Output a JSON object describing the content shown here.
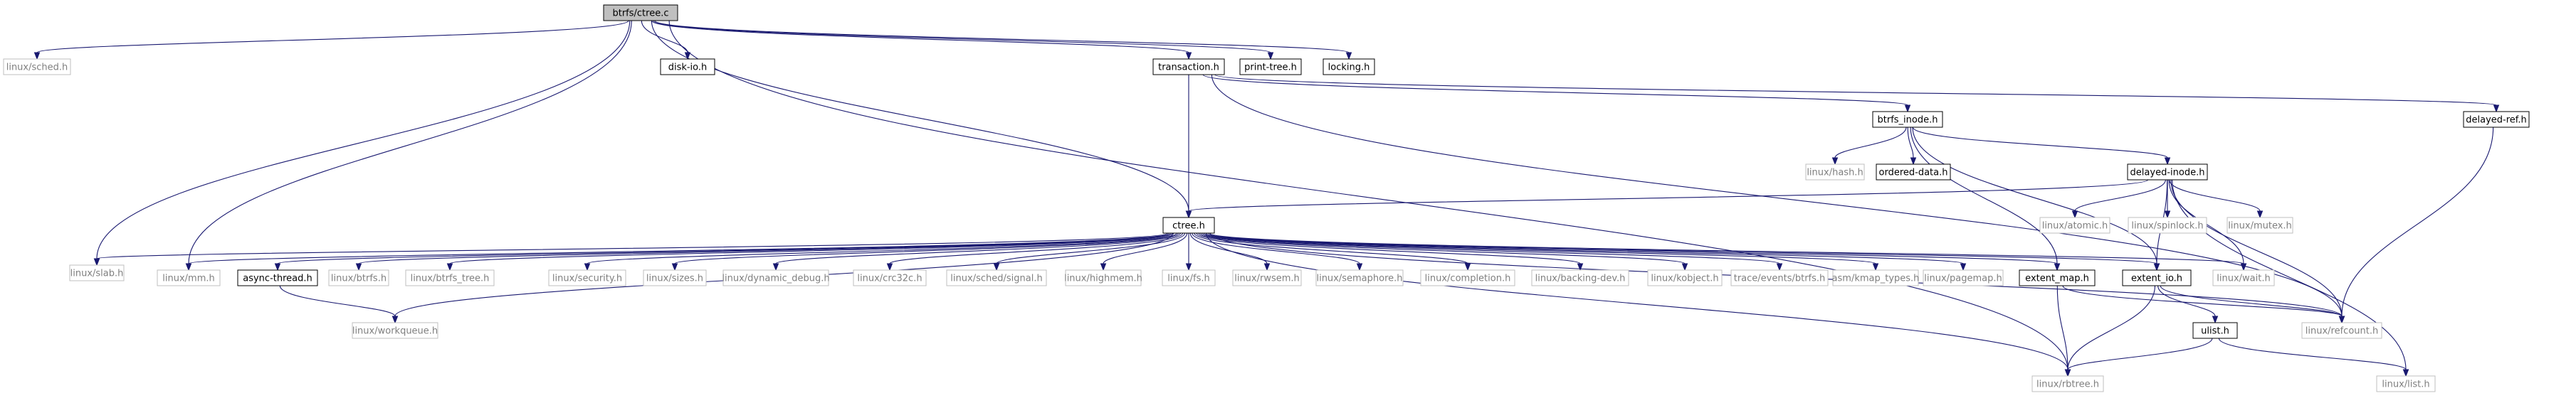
{
  "graph": {
    "title": "btrfs/ctree.c",
    "colors": {
      "edge": "#191970",
      "root_fill": "#bfbfbf",
      "root_stroke": "#000000",
      "linked_stroke": "#000000",
      "external_stroke": "#bfbfbf",
      "external_text": "#7f7f7f",
      "text": "#000000",
      "background": "#ffffff"
    },
    "nodes": [
      {
        "id": "ctree_c",
        "label": "btrfs/ctree.c",
        "kind": "root"
      },
      {
        "id": "sched",
        "label": "linux/sched.h",
        "kind": "external"
      },
      {
        "id": "slab",
        "label": "linux/slab.h",
        "kind": "external"
      },
      {
        "id": "diskio",
        "label": "disk-io.h",
        "kind": "linked"
      },
      {
        "id": "transaction",
        "label": "transaction.h",
        "kind": "linked"
      },
      {
        "id": "printtree",
        "label": "print-tree.h",
        "kind": "linked"
      },
      {
        "id": "locking",
        "label": "locking.h",
        "kind": "linked"
      },
      {
        "id": "delayedref",
        "label": "delayed-ref.h",
        "kind": "linked"
      },
      {
        "id": "btrfsinode",
        "label": "btrfs_inode.h",
        "kind": "linked"
      },
      {
        "id": "hash",
        "label": "linux/hash.h",
        "kind": "external"
      },
      {
        "id": "ordereddata",
        "label": "ordered-data.h",
        "kind": "linked"
      },
      {
        "id": "delayedinode",
        "label": "delayed-inode.h",
        "kind": "linked"
      },
      {
        "id": "atomic",
        "label": "linux/atomic.h",
        "kind": "external"
      },
      {
        "id": "spinlock",
        "label": "linux/spinlock.h",
        "kind": "external"
      },
      {
        "id": "mutex",
        "label": "linux/mutex.h",
        "kind": "external"
      },
      {
        "id": "ctree_h",
        "label": "ctree.h",
        "kind": "linked"
      },
      {
        "id": "mm",
        "label": "linux/mm.h",
        "kind": "external"
      },
      {
        "id": "asyncthread",
        "label": "async-thread.h",
        "kind": "linked"
      },
      {
        "id": "lbtrfs",
        "label": "linux/btrfs.h",
        "kind": "external"
      },
      {
        "id": "btrfstree",
        "label": "linux/btrfs_tree.h",
        "kind": "external"
      },
      {
        "id": "security",
        "label": "linux/security.h",
        "kind": "external"
      },
      {
        "id": "sizes",
        "label": "linux/sizes.h",
        "kind": "external"
      },
      {
        "id": "dyndebug",
        "label": "linux/dynamic_debug.h",
        "kind": "external"
      },
      {
        "id": "crc32c",
        "label": "linux/crc32c.h",
        "kind": "external"
      },
      {
        "id": "schedsignal",
        "label": "linux/sched/signal.h",
        "kind": "external"
      },
      {
        "id": "highmem",
        "label": "linux/highmem.h",
        "kind": "external"
      },
      {
        "id": "fs",
        "label": "linux/fs.h",
        "kind": "external"
      },
      {
        "id": "rwsem",
        "label": "linux/rwsem.h",
        "kind": "external"
      },
      {
        "id": "semaphore",
        "label": "linux/semaphore.h",
        "kind": "external"
      },
      {
        "id": "completion",
        "label": "linux/completion.h",
        "kind": "external"
      },
      {
        "id": "backingdev",
        "label": "linux/backing-dev.h",
        "kind": "external"
      },
      {
        "id": "kobject",
        "label": "linux/kobject.h",
        "kind": "external"
      },
      {
        "id": "traceevents",
        "label": "trace/events/btrfs.h",
        "kind": "external"
      },
      {
        "id": "kmaptypes",
        "label": "asm/kmap_types.h",
        "kind": "external"
      },
      {
        "id": "pagemap",
        "label": "linux/pagemap.h",
        "kind": "external"
      },
      {
        "id": "extentmap",
        "label": "extent_map.h",
        "kind": "linked"
      },
      {
        "id": "extentio",
        "label": "extent_io.h",
        "kind": "linked"
      },
      {
        "id": "wait",
        "label": "linux/wait.h",
        "kind": "external"
      },
      {
        "id": "workqueue",
        "label": "linux/workqueue.h",
        "kind": "external"
      },
      {
        "id": "refcount",
        "label": "linux/refcount.h",
        "kind": "external"
      },
      {
        "id": "ulist",
        "label": "ulist.h",
        "kind": "linked"
      },
      {
        "id": "rbtree",
        "label": "linux/rbtree.h",
        "kind": "external"
      },
      {
        "id": "list",
        "label": "linux/list.h",
        "kind": "external"
      }
    ],
    "edges": [
      [
        "ctree_c",
        "sched"
      ],
      [
        "ctree_c",
        "slab"
      ],
      [
        "ctree_c",
        "mm"
      ],
      [
        "ctree_c",
        "rbtree"
      ],
      [
        "ctree_c",
        "ctree_h"
      ],
      [
        "ctree_c",
        "diskio"
      ],
      [
        "ctree_c",
        "transaction"
      ],
      [
        "ctree_c",
        "printtree"
      ],
      [
        "ctree_c",
        "locking"
      ],
      [
        "transaction",
        "ctree_h"
      ],
      [
        "transaction",
        "btrfsinode"
      ],
      [
        "transaction",
        "delayedref"
      ],
      [
        "transaction",
        "refcount"
      ],
      [
        "delayedref",
        "refcount"
      ],
      [
        "btrfsinode",
        "hash"
      ],
      [
        "btrfsinode",
        "ordereddata"
      ],
      [
        "btrfsinode",
        "delayedinode"
      ],
      [
        "btrfsinode",
        "extentmap"
      ],
      [
        "btrfsinode",
        "extentio"
      ],
      [
        "delayedinode",
        "ctree_h"
      ],
      [
        "delayedinode",
        "atomic"
      ],
      [
        "delayedinode",
        "spinlock"
      ],
      [
        "delayedinode",
        "mutex"
      ],
      [
        "delayedinode",
        "wait"
      ],
      [
        "delayedinode",
        "refcount"
      ],
      [
        "delayedinode",
        "list"
      ],
      [
        "delayedinode",
        "extentio"
      ],
      [
        "ctree_h",
        "slab"
      ],
      [
        "ctree_h",
        "mm"
      ],
      [
        "ctree_h",
        "asyncthread"
      ],
      [
        "ctree_h",
        "lbtrfs"
      ],
      [
        "ctree_h",
        "btrfstree"
      ],
      [
        "ctree_h",
        "workqueue"
      ],
      [
        "ctree_h",
        "security"
      ],
      [
        "ctree_h",
        "sizes"
      ],
      [
        "ctree_h",
        "dyndebug"
      ],
      [
        "ctree_h",
        "crc32c"
      ],
      [
        "ctree_h",
        "schedsignal"
      ],
      [
        "ctree_h",
        "highmem"
      ],
      [
        "ctree_h",
        "fs"
      ],
      [
        "ctree_h",
        "rwsem"
      ],
      [
        "ctree_h",
        "semaphore"
      ],
      [
        "ctree_h",
        "completion"
      ],
      [
        "ctree_h",
        "backingdev"
      ],
      [
        "ctree_h",
        "kobject"
      ],
      [
        "ctree_h",
        "traceevents"
      ],
      [
        "ctree_h",
        "kmaptypes"
      ],
      [
        "ctree_h",
        "pagemap"
      ],
      [
        "ctree_h",
        "extentmap"
      ],
      [
        "ctree_h",
        "extentio"
      ],
      [
        "ctree_h",
        "wait"
      ],
      [
        "ctree_h",
        "refcount"
      ],
      [
        "ctree_h",
        "rbtree"
      ],
      [
        "asyncthread",
        "workqueue"
      ],
      [
        "extentmap",
        "rbtree"
      ],
      [
        "extentmap",
        "refcount"
      ],
      [
        "extentio",
        "rbtree"
      ],
      [
        "extentio",
        "refcount"
      ],
      [
        "extentio",
        "ulist"
      ],
      [
        "ulist",
        "rbtree"
      ],
      [
        "ulist",
        "list"
      ]
    ]
  }
}
